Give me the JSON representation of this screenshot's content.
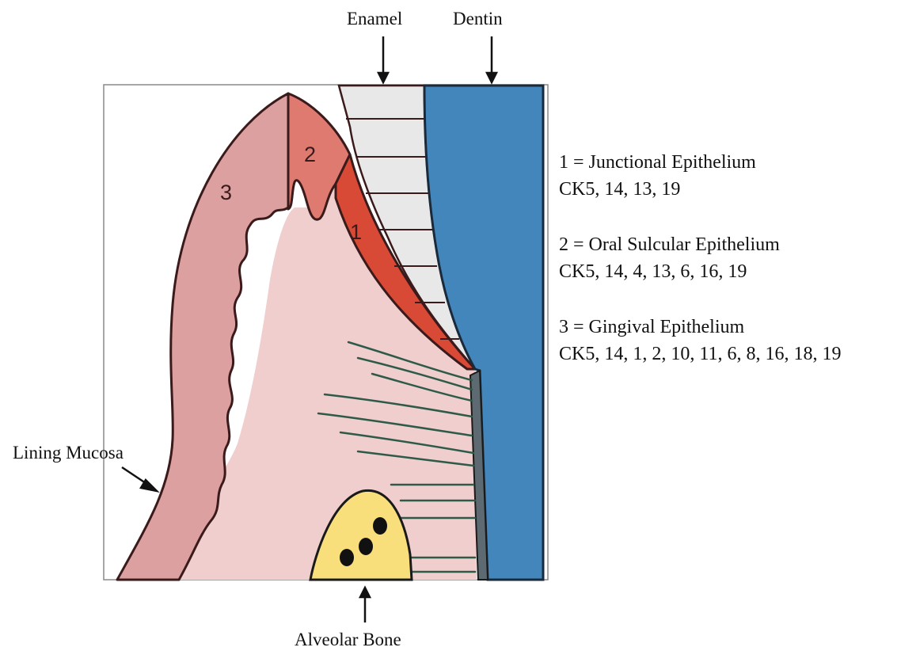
{
  "labels": {
    "enamel": "Enamel",
    "dentin": "Dentin",
    "lining_mucosa": "Lining Mucosa",
    "alveolar_bone": "Alveolar Bone"
  },
  "regions": {
    "region1": "1",
    "region2": "2",
    "region3": "3"
  },
  "legend": [
    {
      "title": "1 = Junctional Epithelium",
      "markers": "CK5, 14, 13, 19"
    },
    {
      "title": "2 = Oral Sulcular Epithelium",
      "markers": "CK5, 14, 4, 13, 6, 16, 19"
    },
    {
      "title": "3 = Gingival Epithelium",
      "markers": "CK5, 14, 1, 2, 10, 11, 6, 8, 16, 18, 19"
    }
  ],
  "colors": {
    "connective_tissue": "#f0cece",
    "gingival_epithelium": "#dca0a0",
    "sulcular_epithelium": "#de7a70",
    "junctional_epithelium": "#d84a36",
    "enamel": "#e8e8e8",
    "dentin": "#4286bc",
    "cementum": "#5e6a72",
    "alveolar_bone": "#f8df7c",
    "fibers": "#2e5a48"
  }
}
